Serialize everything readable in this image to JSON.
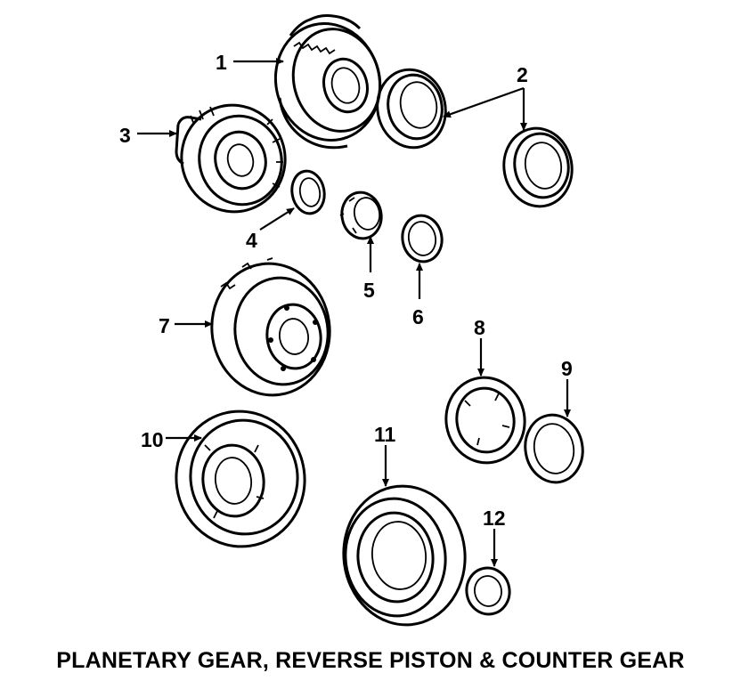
{
  "caption": "PLANETARY GEAR, REVERSE PISTON & COUNTER GEAR",
  "callouts": [
    "1",
    "2",
    "3",
    "4",
    "5",
    "6",
    "7",
    "8",
    "9",
    "10",
    "11",
    "12"
  ]
}
